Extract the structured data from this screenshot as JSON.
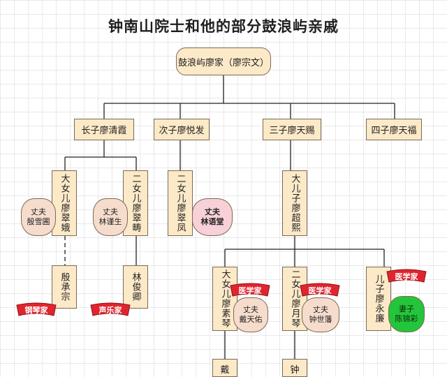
{
  "title": "钟南山院士和他的部分鼓浪屿亲戚",
  "root": "鼓浪屿廖家（廖宗文）",
  "sons": [
    "长子廖清霞",
    "次子廖悦发",
    "三子廖天赐",
    "四子廖天福"
  ],
  "gen3": {
    "daughter1": "大女儿廖翠娥",
    "daughter2": "二女儿廖翠畴",
    "daughter3": "二女儿廖翠凤",
    "son1": "大儿子廖超熙"
  },
  "spouses": {
    "s1": "丈夫\n殷雪圃",
    "s2": "丈夫\n林谨生",
    "s3": "丈夫\n林语堂",
    "s4": "丈夫\n戴天佑",
    "s5": "丈夫\n钟世藩",
    "s6": "妻子\n陈锦彩"
  },
  "gen4": {
    "a": "大女儿廖素琴",
    "b": "二女儿廖月琴",
    "c": "儿子廖永廉"
  },
  "grandchildren": {
    "g1": "殷承宗",
    "g2": "林俊卿",
    "g3": "戴",
    "g4": "钟"
  },
  "badges": {
    "piano": "钢琴家",
    "vocal": "声乐家",
    "doctor": "医学家"
  },
  "colors": {
    "node_fill": "#fce9c8",
    "badge_red": "#e0252f",
    "highlight_green": "#23c63a",
    "highlight_pink": "#f8d0d8"
  }
}
